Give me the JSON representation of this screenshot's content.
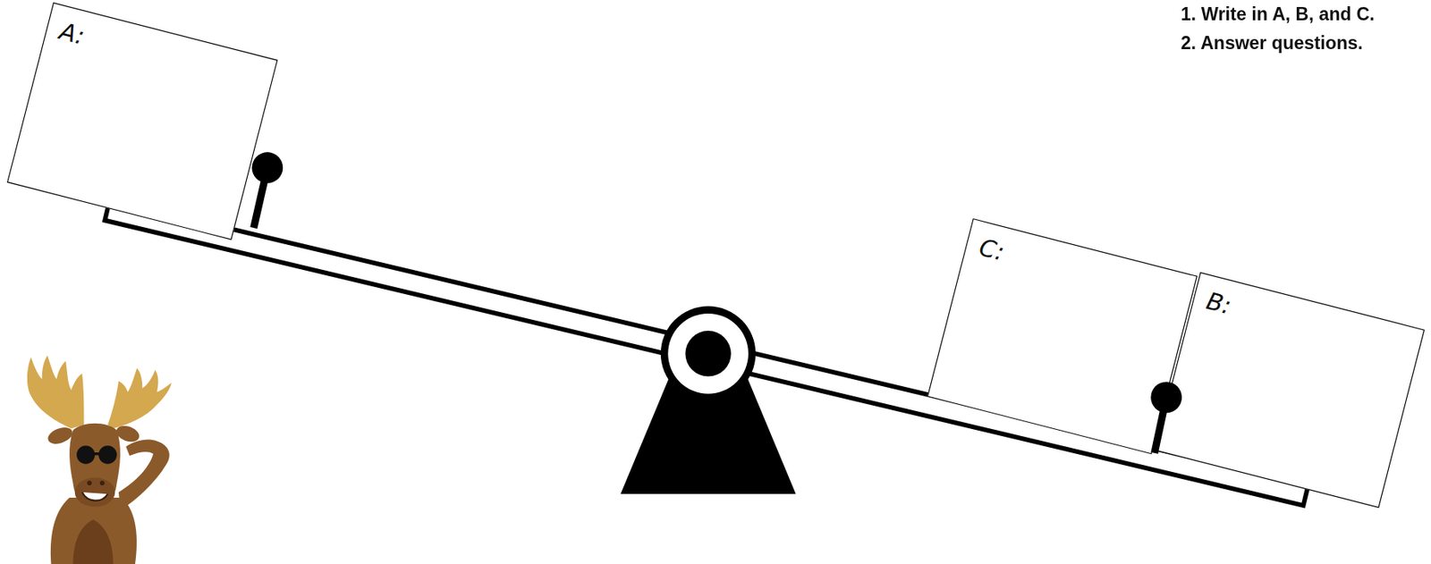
{
  "diagram": {
    "nodes": [
      {
        "text": [
          "A:"
        ]
      },
      {
        "text": [
          "C:"
        ]
      },
      {
        "text": [
          "B:"
        ]
      }
    ],
    "labels": [
      "1. Write in A, B, and C.",
      "2. Answer questions."
    ]
  }
}
